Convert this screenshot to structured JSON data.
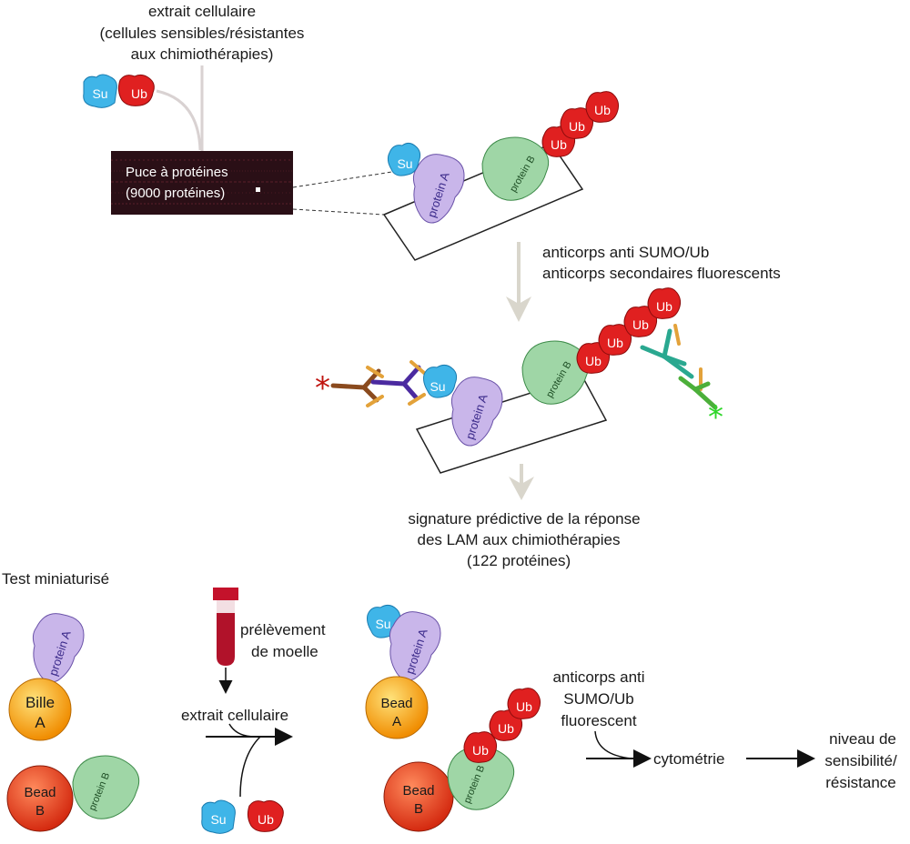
{
  "top": {
    "extract_line1": "extrait cellulaire",
    "extract_line2": "(cellules sensibles/résistantes",
    "extract_line3": "aux chimiothérapies)",
    "chip_line1": "Puce à protéines",
    "chip_line2": "(9000 protéines)"
  },
  "labels": {
    "su": "Su",
    "ub": "Ub",
    "protein_a": "protein A",
    "protein_b": "protein B",
    "bille": "Bille",
    "bead": "Bead",
    "a": "A",
    "b": "B"
  },
  "step2": {
    "line1": "anticorps anti SUMO/Ub",
    "line2": "anticorps secondaires fluorescents"
  },
  "signature": {
    "line1": "signature prédictive de la réponse",
    "line2": "des LAM aux chimiothérapies",
    "line3": "(122 protéines)"
  },
  "bottom": {
    "title": "Test miniaturisé",
    "sample_line1": "prélèvement",
    "sample_line2": "de moelle",
    "extract": "extrait cellulaire",
    "ab_line1": "anticorps anti",
    "ab_line2": "SUMO/Ub",
    "ab_line3": "fluorescent",
    "cytometry": "cytométrie",
    "result_line1": "niveau de",
    "result_line2": "sensibilité/",
    "result_line3": "résistance"
  },
  "colors": {
    "su": "#3fb5e8",
    "ub": "#e02020",
    "protein_a": "#c9b6ea",
    "protein_b": "#9fd6a6",
    "bead_a": "#f5a623",
    "bead_b": "#e8461e"
  }
}
